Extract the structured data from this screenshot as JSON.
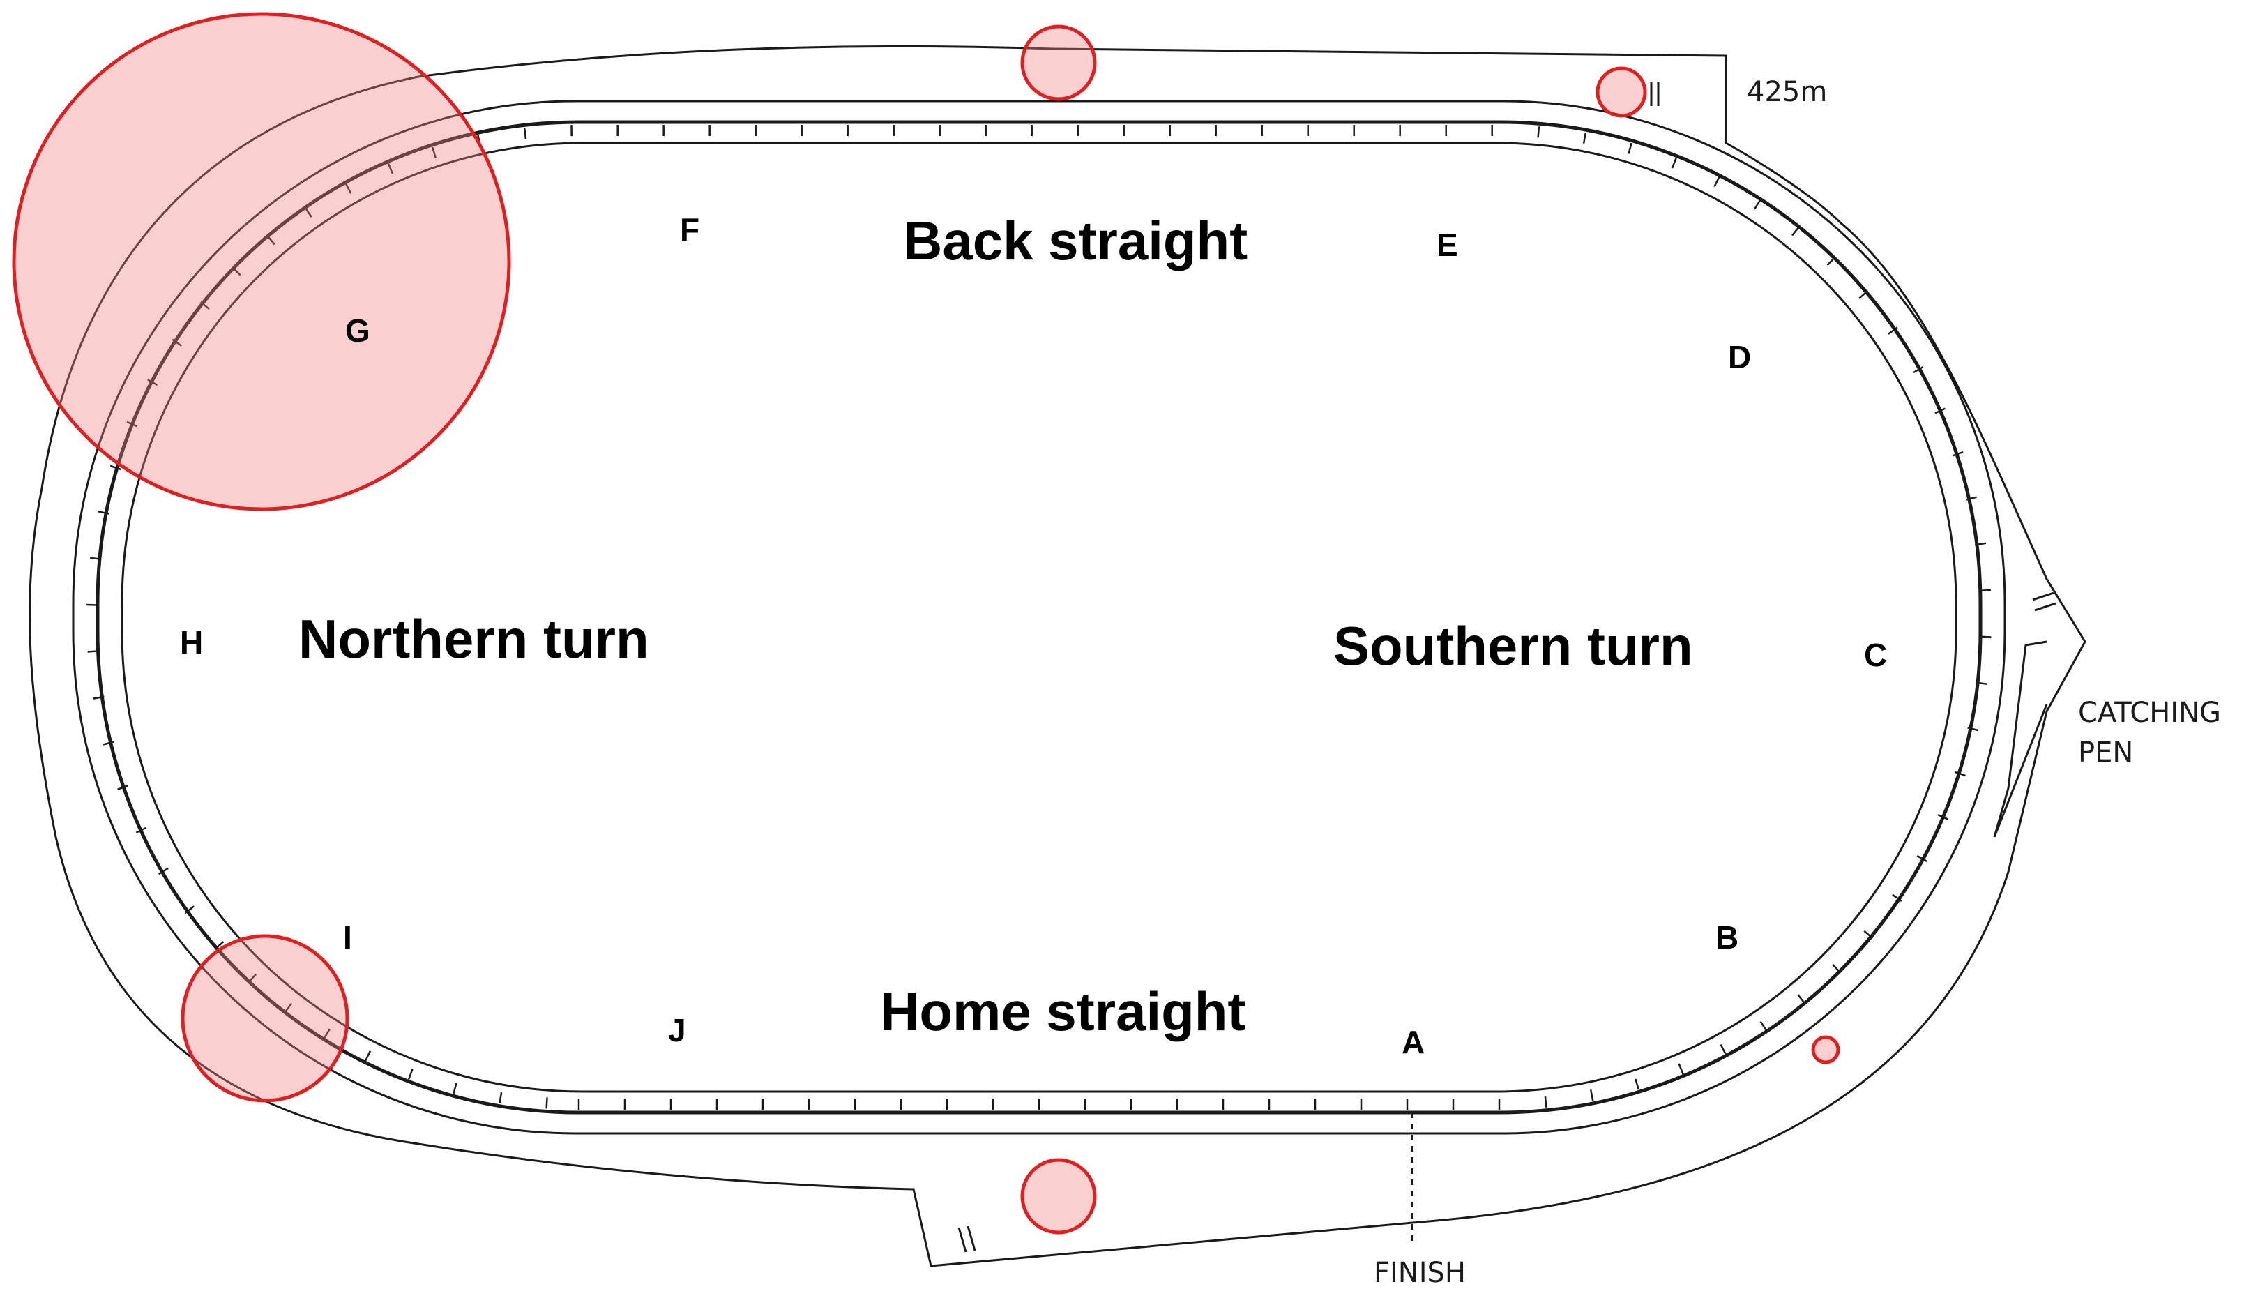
{
  "labels": {
    "distance": "425m",
    "finish": "FINISH",
    "catching_pen_line1": "CATCHING",
    "catching_pen_line2": "PEN"
  },
  "sections": {
    "back_straight": "Back straight",
    "home_straight": "Home straight",
    "northern_turn": "Northern turn",
    "southern_turn": "Southern turn"
  },
  "points": {
    "A": "A",
    "B": "B",
    "C": "C",
    "D": "D",
    "E": "E",
    "F": "F",
    "G": "G",
    "H": "H",
    "I": "I",
    "J": "J"
  },
  "colors": {
    "hotspot_fill": "#f08080",
    "hotspot_stroke": "#e02020",
    "line": "#1a1a1a"
  }
}
